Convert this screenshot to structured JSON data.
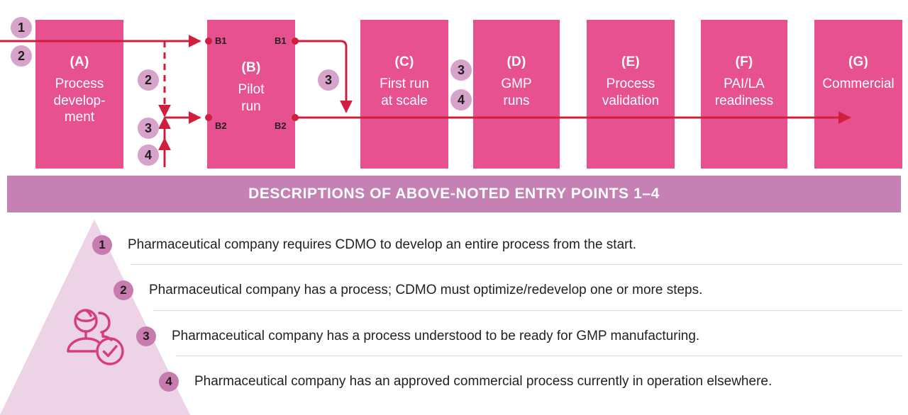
{
  "flow": {
    "stages": [
      {
        "code": "(A)",
        "name": "Process\ndevelop-\nment"
      },
      {
        "code": "(B)",
        "name": "Pilot\nrun"
      },
      {
        "code": "(C)",
        "name": "First run\nat scale"
      },
      {
        "code": "(D)",
        "name": "GMP\nruns"
      },
      {
        "code": "(E)",
        "name": "Process\nvalidation"
      },
      {
        "code": "(F)",
        "name": "PAI/LA\nreadiness"
      },
      {
        "code": "(G)",
        "name": "Commercial"
      }
    ],
    "entry_badges": [
      {
        "label": "1"
      },
      {
        "label": "2"
      },
      {
        "label": "2"
      },
      {
        "label": "3"
      },
      {
        "label": "4"
      },
      {
        "label": "3"
      },
      {
        "label": "3"
      },
      {
        "label": "4"
      }
    ],
    "port_labels": [
      {
        "label": "B1"
      },
      {
        "label": "B1"
      },
      {
        "label": "B2"
      },
      {
        "label": "B2"
      }
    ],
    "line_color": "#cf1f3f",
    "box_color": "#e8518f",
    "badge_color": "#d7a3cb"
  },
  "banner": {
    "title": "DESCRIPTIONS OF ABOVE-NOTED ENTRY POINTS 1–4",
    "background": "#c681b4"
  },
  "descriptions": {
    "items": [
      {
        "num": "1",
        "text": "Pharmaceutical company requires CDMO to develop an entire process from the start."
      },
      {
        "num": "2",
        "text": "Pharmaceutical company has a process; CDMO must optimize/redevelop one or more steps."
      },
      {
        "num": "3",
        "text": "Pharmaceutical company has a process understood to be ready for GMP manufacturing."
      },
      {
        "num": "4",
        "text": "Pharmaceutical company has an approved commercial process currently in operation elsewhere."
      }
    ],
    "badge_color": "#c77bae",
    "triangle_color": "#edd3e6"
  }
}
